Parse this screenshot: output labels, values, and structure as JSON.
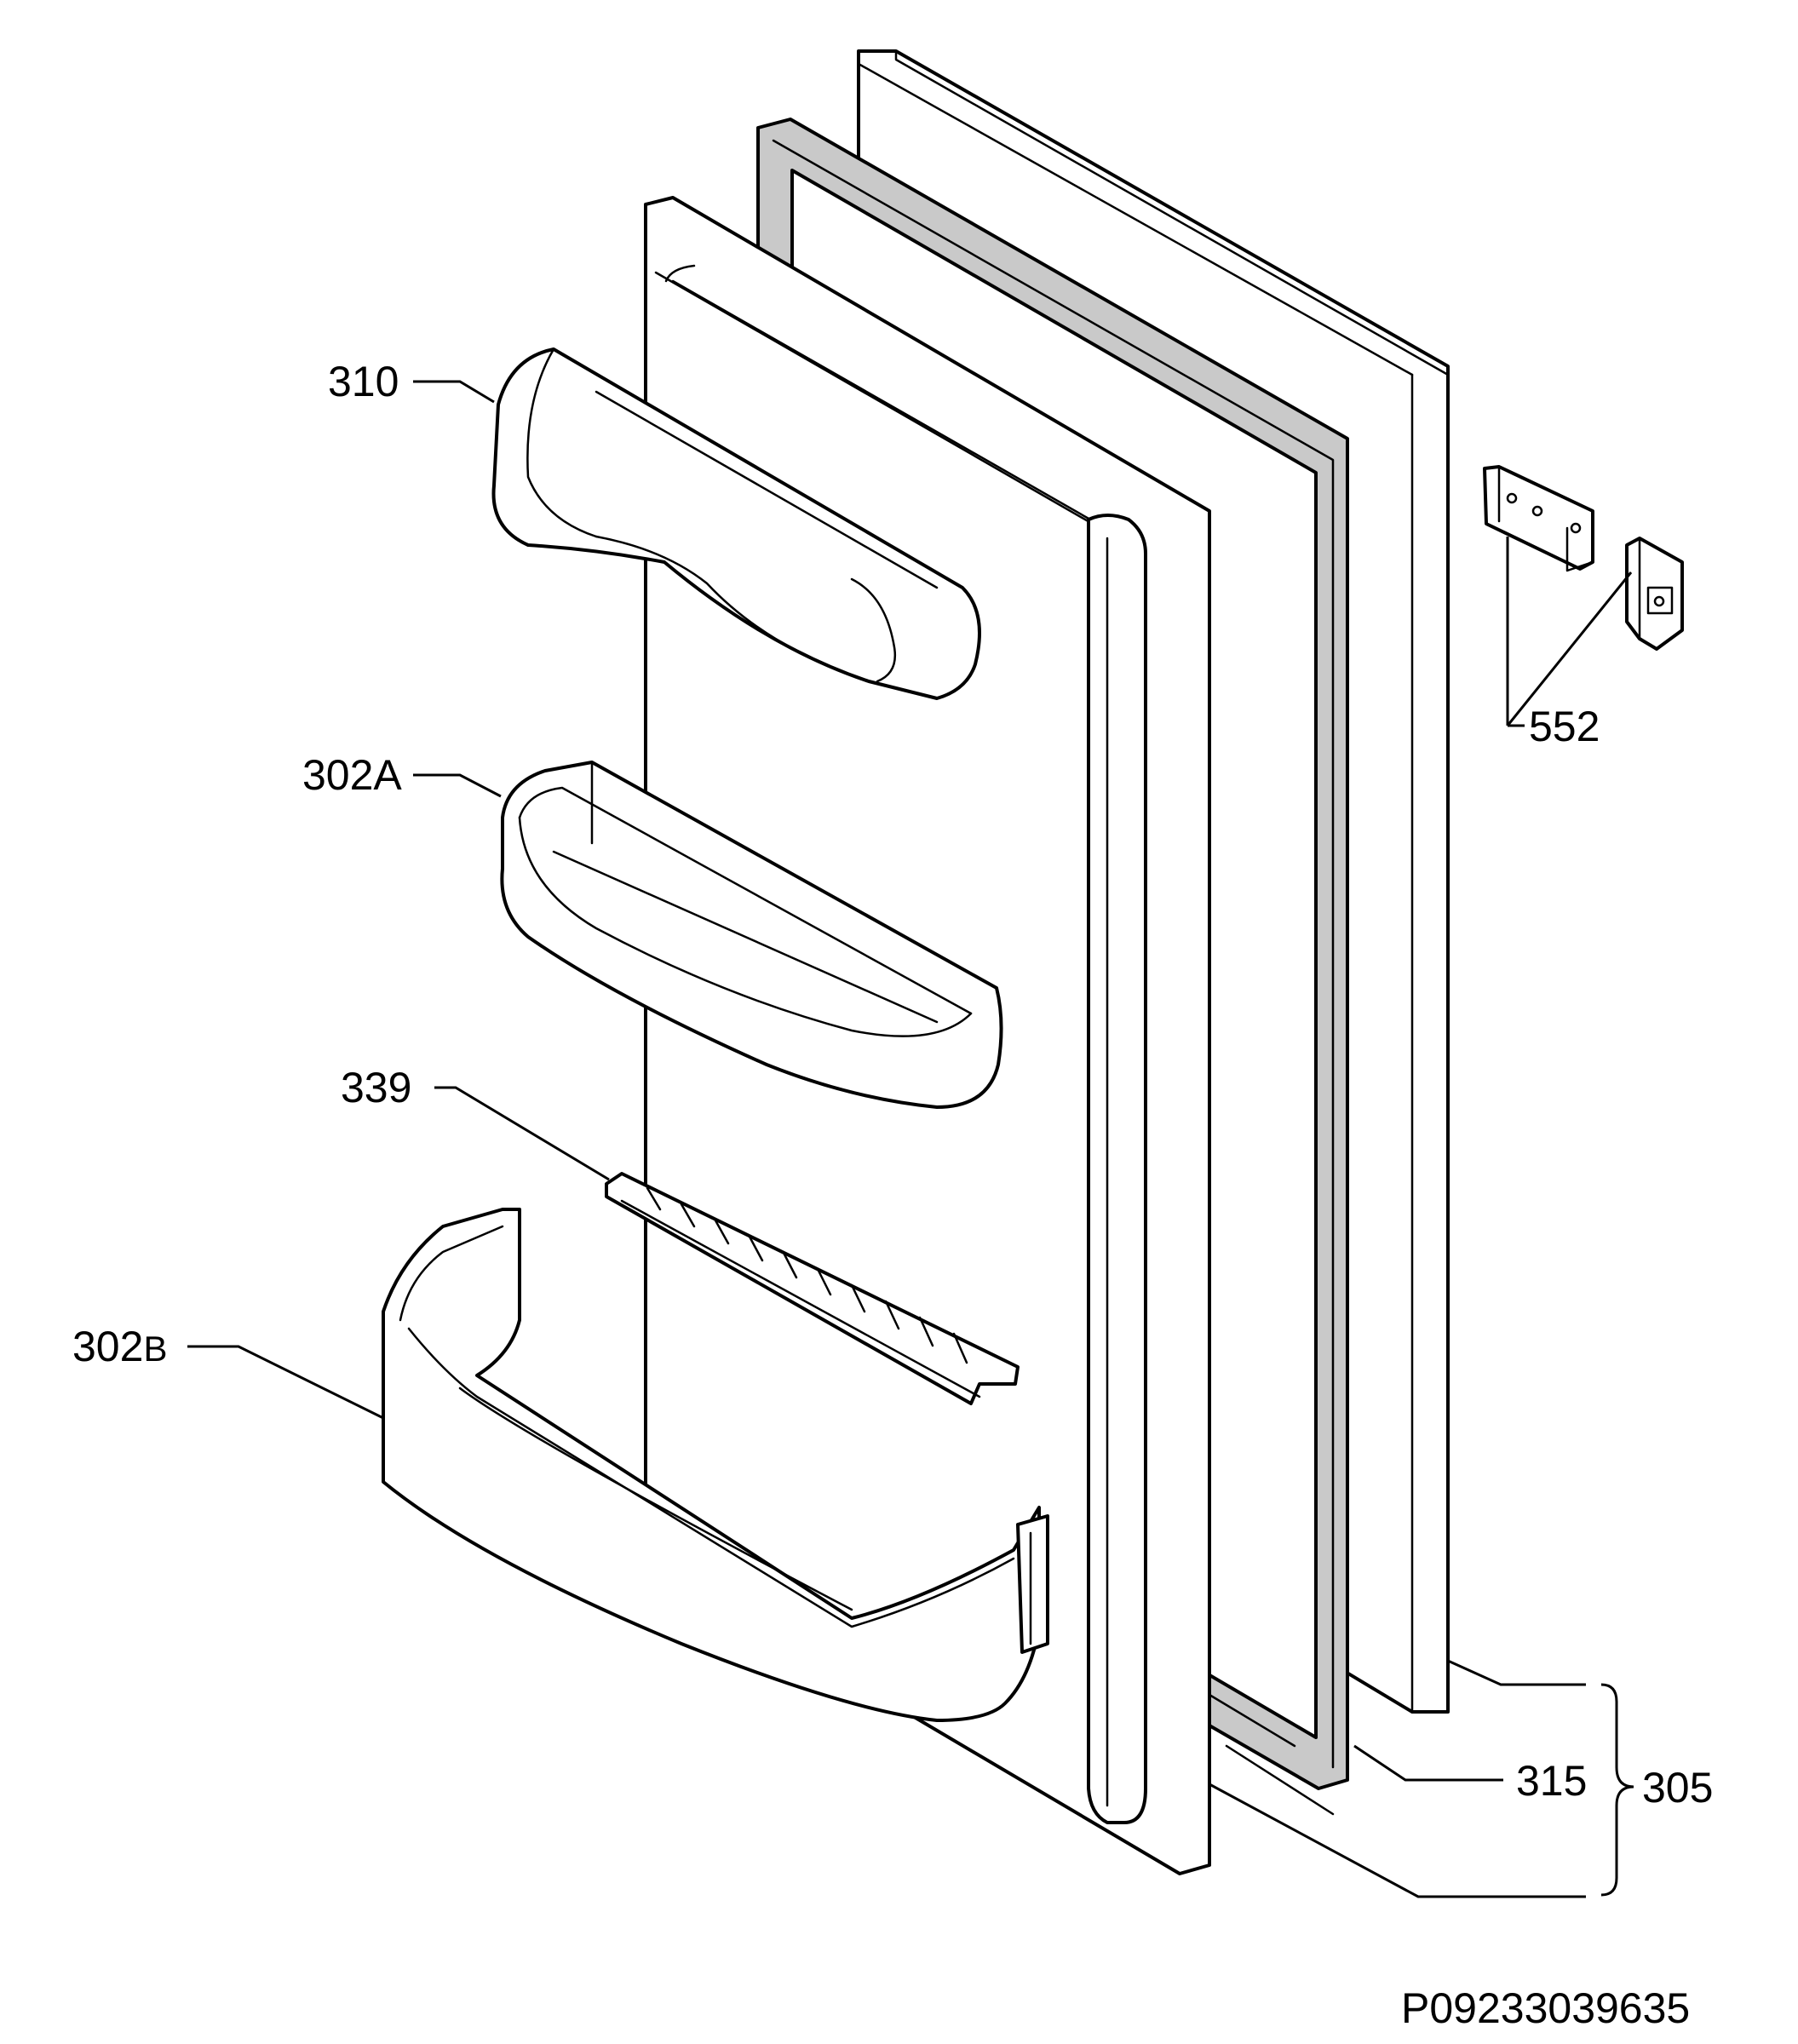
{
  "diagram_code": "P09233039635",
  "labels": {
    "p310": "310",
    "p302a": "302A",
    "p339": "339",
    "p302b_main": "302",
    "p302b_sub": "B",
    "p552": "552",
    "p315": "315",
    "p305": "305"
  }
}
